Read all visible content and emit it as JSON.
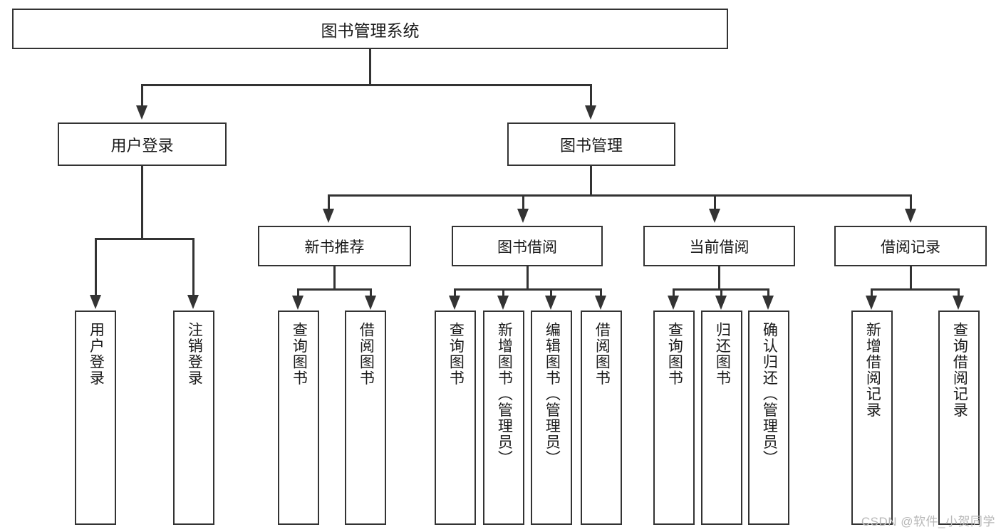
{
  "diagram": {
    "title": "图书管理系统",
    "watermark": "CSDN @软件_小贺同学",
    "colors": {
      "line": "#333333",
      "box_border": "#333333",
      "box_fill": "#ffffff",
      "text": "#1a1a1a",
      "background": "#ffffff",
      "watermark": "#b8b8b8"
    },
    "root": {
      "label": "图书管理系统"
    },
    "level2": [
      {
        "label": "用户登录"
      },
      {
        "label": "图书管理"
      }
    ],
    "level3": [
      {
        "label": "新书推荐"
      },
      {
        "label": "图书借阅"
      },
      {
        "label": "当前借阅"
      },
      {
        "label": "借阅记录"
      }
    ],
    "leaves": {
      "user_login": [
        {
          "label": "用户登录"
        },
        {
          "label": "注销登录"
        }
      ],
      "new_book_recommend": [
        {
          "label": "查询图书"
        },
        {
          "label": "借阅图书"
        }
      ],
      "book_borrow": [
        {
          "label": "查询图书"
        },
        {
          "label": "新增图书（管理员）"
        },
        {
          "label": "编辑图书（管理员）"
        },
        {
          "label": "借阅图书"
        }
      ],
      "current_borrow": [
        {
          "label": "查询图书"
        },
        {
          "label": "归还图书"
        },
        {
          "label": "确认归还（管理员）"
        }
      ],
      "borrow_record": [
        {
          "label": "新增借阅记录"
        },
        {
          "label": "查询借阅记录"
        }
      ]
    }
  }
}
